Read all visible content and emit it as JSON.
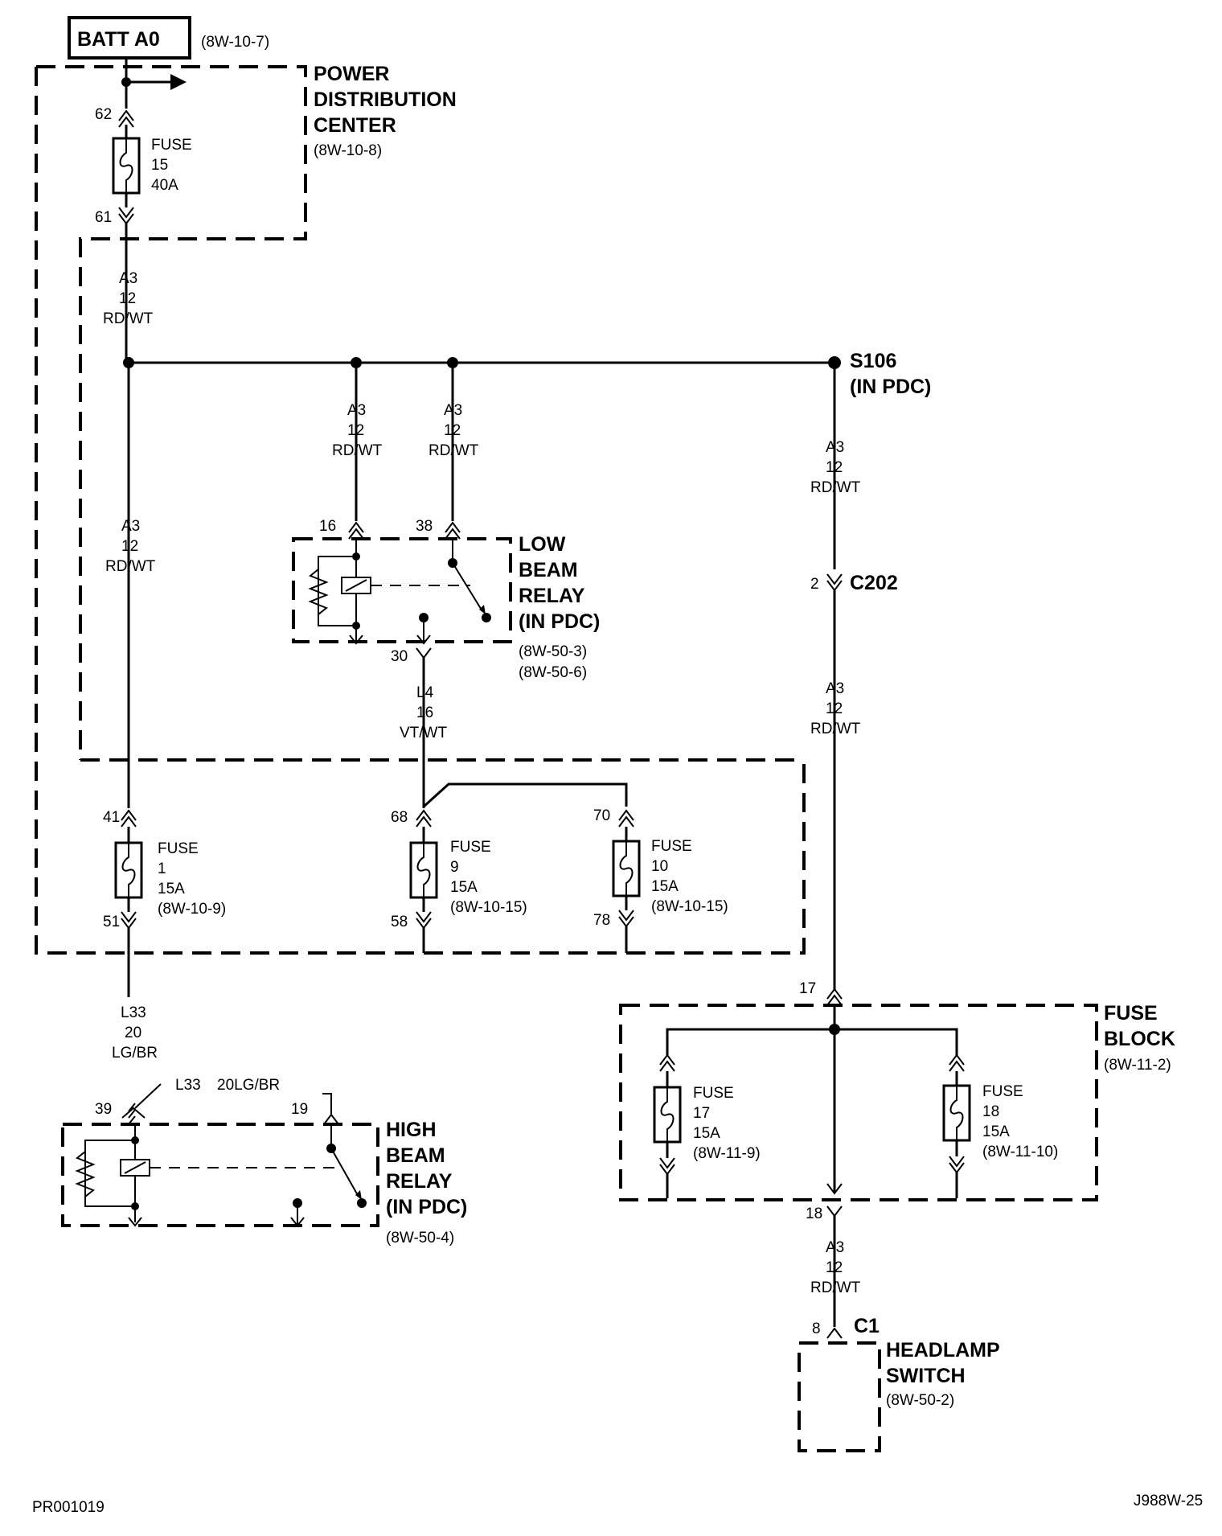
{
  "battery": {
    "label": "BATT A0",
    "ref": "(8W-10-7)"
  },
  "pdc": {
    "line1": "POWER",
    "line2": "DISTRIBUTION",
    "line3": "CENTER",
    "ref": "(8W-10-8)"
  },
  "fuse15": {
    "name": "FUSE",
    "number": "15",
    "rating": "40A",
    "pin_in": "62",
    "pin_out": "61"
  },
  "wire_a3": {
    "circuit": "A3",
    "gauge": "12",
    "color": "RD/WT"
  },
  "splice": {
    "name": "S106",
    "location": "(IN PDC)"
  },
  "low_beam_relay": {
    "line1": "LOW",
    "line2": "BEAM",
    "line3": "RELAY",
    "line4": "(IN PDC)",
    "ref1": "(8W-50-3)",
    "ref2": "(8W-50-6)",
    "pin_coil": "16",
    "pin_switch": "38",
    "pin_out": "30"
  },
  "wire_l4": {
    "circuit": "L4",
    "gauge": "16",
    "color": "VT/WT"
  },
  "connector_c202": {
    "name": "C202",
    "pin": "2"
  },
  "fuse1": {
    "name": "FUSE",
    "number": "1",
    "rating": "15A",
    "ref": "(8W-10-9)",
    "pin_in": "41",
    "pin_out": "51"
  },
  "fuse9": {
    "name": "FUSE",
    "number": "9",
    "rating": "15A",
    "ref": "(8W-10-15)",
    "pin_in": "68",
    "pin_out": "58"
  },
  "fuse10": {
    "name": "FUSE",
    "number": "10",
    "rating": "15A",
    "ref": "(8W-10-15)",
    "pin_in": "70",
    "pin_out": "78"
  },
  "wire_l33": {
    "circuit": "L33",
    "gauge": "20",
    "color": "LG/BR",
    "inline": "L33",
    "inline2": "20LG/BR"
  },
  "high_beam_relay": {
    "line1": "HIGH",
    "line2": "BEAM",
    "line3": "RELAY",
    "line4": "(IN PDC)",
    "ref": "(8W-50-4)",
    "pin_coil": "39",
    "pin_switch": "19"
  },
  "fuse_block": {
    "line1": "FUSE",
    "line2": "BLOCK",
    "ref": "(8W-11-2)",
    "pin_in": "17",
    "pin_out": "18"
  },
  "fuse17": {
    "name": "FUSE",
    "number": "17",
    "rating": "15A",
    "ref": "(8W-11-9)"
  },
  "fuse18": {
    "name": "FUSE",
    "number": "18",
    "rating": "15A",
    "ref": "(8W-11-10)"
  },
  "headlamp_switch": {
    "line1": "HEADLAMP",
    "line2": "SWITCH",
    "ref": "(8W-50-2)",
    "connector": "C1",
    "pin": "8"
  },
  "footer": {
    "left": "PR001019",
    "right": "J988W-25"
  }
}
